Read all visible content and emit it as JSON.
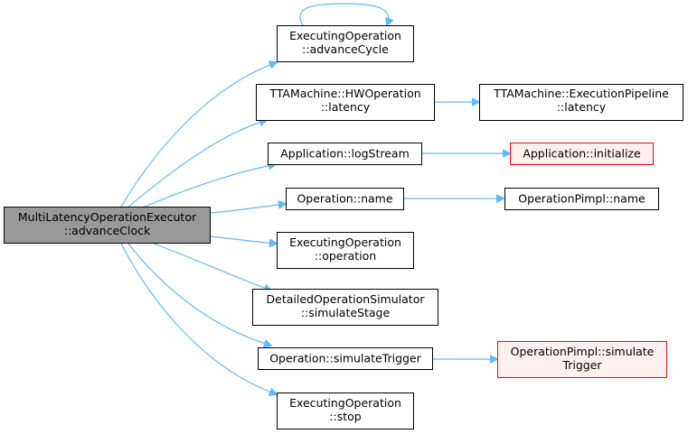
{
  "graph": {
    "root": {
      "line1": "MultiLatencyOperationExecutor",
      "line2": "::advanceClock"
    },
    "nodes": {
      "advance_cycle": {
        "line1": "ExecutingOperation",
        "line2": "::advanceCycle"
      },
      "hw_latency": {
        "line1": "TTAMachine::HWOperation",
        "line2": "::latency"
      },
      "pipeline_latency": {
        "line1": "TTAMachine::ExecutionPipeline",
        "line2": "::latency"
      },
      "log_stream": {
        "line1": "Application::logStream"
      },
      "initialize": {
        "line1": "Application::initialize"
      },
      "op_name": {
        "line1": "Operation::name"
      },
      "pimpl_name": {
        "line1": "OperationPimpl::name"
      },
      "exec_operation": {
        "line1": "ExecutingOperation",
        "line2": "::operation"
      },
      "simulate_stage": {
        "line1": "DetailedOperationSimulator",
        "line2": "::simulateStage"
      },
      "simulate_trigger": {
        "line1": "Operation::simulateTrigger"
      },
      "pimpl_simulate_trigger": {
        "line1": "OperationPimpl::simulate",
        "line2": "Trigger"
      },
      "exec_stop": {
        "line1": "ExecutingOperation",
        "line2": "::stop"
      }
    },
    "colors": {
      "edge": "#63b8ff",
      "root_fill": "#999999",
      "node_border": "#000000",
      "highlight_border": "#ff0000",
      "highlight_fill": "#fff0f0"
    }
  }
}
